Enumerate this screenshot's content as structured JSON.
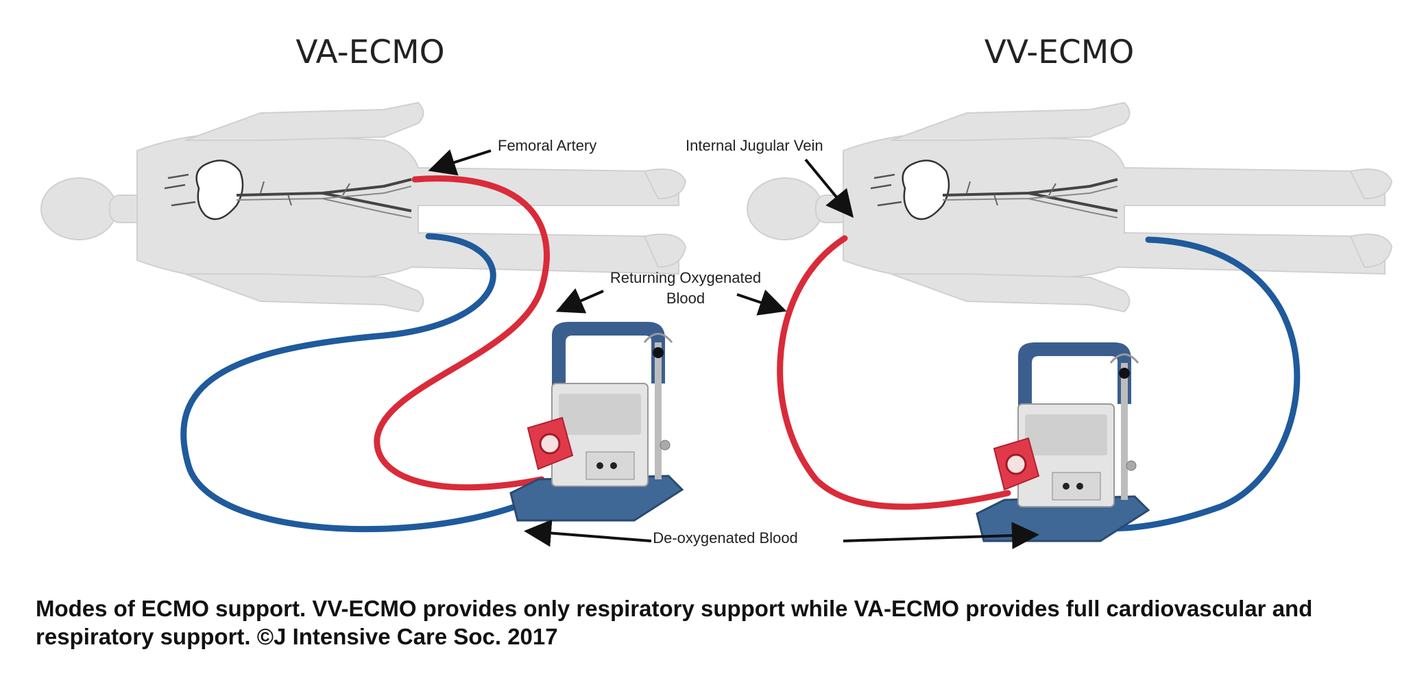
{
  "titles": {
    "left": "VA-ECMO",
    "right": "VV-ECMO"
  },
  "labels": {
    "femoral_artery": "Femoral Artery",
    "internal_jugular_vein": "Internal Jugular Vein",
    "returning_line1": "Returning Oxygenated",
    "returning_line2": "Blood",
    "deoxygenated": "De-oxygenated Blood"
  },
  "caption": "Modes of ECMO support. VV-ECMO provides only respiratory support while VA-ECMO provides full cardiovascular and respiratory support. ©J Intensive Care Soc. 2017",
  "colors": {
    "oxygenated": "#d92b3a",
    "deoxygenated": "#1f5a9c",
    "body": "#e2e2e2",
    "pump_frame": "#3a5f8e",
    "pump_head": "#e03a4a"
  }
}
